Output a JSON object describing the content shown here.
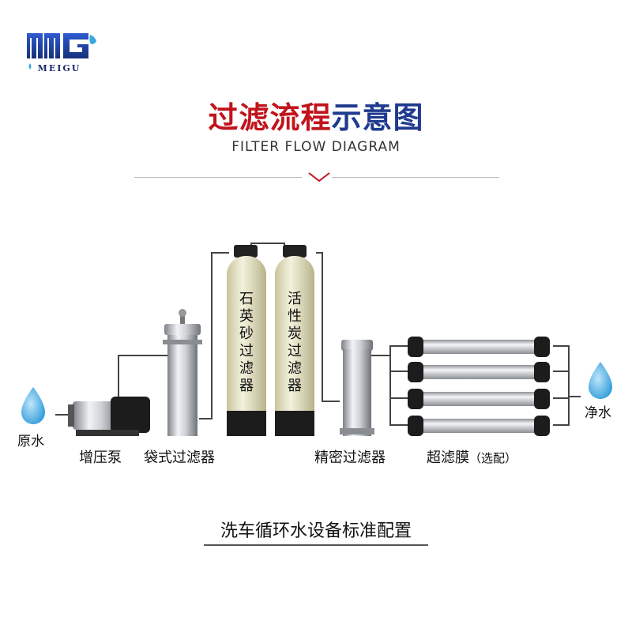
{
  "brand": {
    "name": "MEIGU",
    "logo_icon": "mg-logo-icon"
  },
  "header": {
    "title_red": "过滤流程",
    "title_blue": "示意图",
    "subtitle": "FILTER FLOW DIAGRAM"
  },
  "diagram": {
    "source_label": "原水",
    "output_label": "净水",
    "stages": {
      "pump": "增压泵",
      "bag_filter": "袋式过滤器",
      "quartz_tank": [
        "石",
        "英",
        "砂",
        "过",
        "滤",
        "器"
      ],
      "carbon_tank": [
        "活",
        "性",
        "炭",
        "过",
        "滤",
        "器"
      ],
      "precision_filter": "精密过滤器",
      "uf_membrane": "超滤膜",
      "uf_note": "（选配）"
    },
    "colors": {
      "red": "#c0141c",
      "blue": "#1f3a8f",
      "water": "#3aa8e0"
    }
  },
  "footer": {
    "caption": "洗车循环水设备标准配置"
  }
}
